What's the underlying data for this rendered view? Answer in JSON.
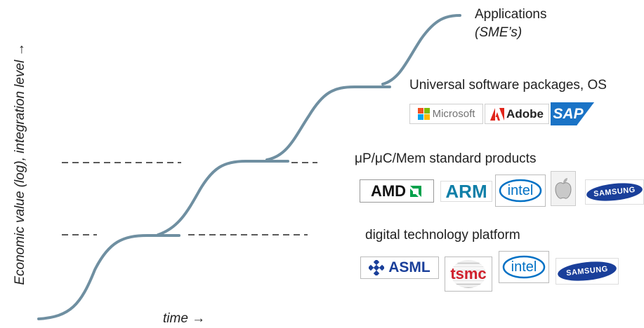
{
  "axes": {
    "y_label": "Economic value (log), integration level →",
    "x_label": "time →"
  },
  "levels": {
    "applications": {
      "title": "Applications",
      "subtitle": "(SME’s)"
    },
    "software": {
      "title": "Universal software packages, OS",
      "logos": [
        {
          "name": "Microsoft",
          "icon": "microsoft-logo"
        },
        {
          "name": "Adobe",
          "icon": "adobe-logo"
        },
        {
          "name": "SAP",
          "icon": "sap-logo"
        }
      ]
    },
    "products": {
      "title": "μP/μC/Mem standard products",
      "logos": [
        {
          "name": "AMD",
          "icon": "amd-logo"
        },
        {
          "name": "ARM",
          "icon": "arm-logo"
        },
        {
          "name": "intel",
          "icon": "intel-logo"
        },
        {
          "name": "",
          "icon": "apple-logo"
        },
        {
          "name": "SAMSUNG",
          "icon": "samsung-logo"
        }
      ]
    },
    "platform": {
      "title": "digital technology platform",
      "logos": [
        {
          "name": "ASML",
          "icon": "asml-logo"
        },
        {
          "name": "tsmc",
          "icon": "tsmc-logo"
        },
        {
          "name": "intel",
          "icon": "intel-logo"
        },
        {
          "name": "SAMSUNG",
          "icon": "samsung-logo"
        }
      ]
    }
  },
  "colors": {
    "curve": "#6f8fa1",
    "dash": "#222222",
    "microsoft": [
      "#f25022",
      "#7fba00",
      "#00a4ef",
      "#ffb900"
    ],
    "adobe_red": "#e1251b",
    "sap_blue": "#1a73c6",
    "amd_green": "#00a14b",
    "arm_blue": "#0f7fa8",
    "intel_blue": "#0071c5",
    "samsung_blue": "#1a3f9a",
    "asml_blue": "#1a3f9a",
    "tsmc_red": "#d0212d"
  }
}
